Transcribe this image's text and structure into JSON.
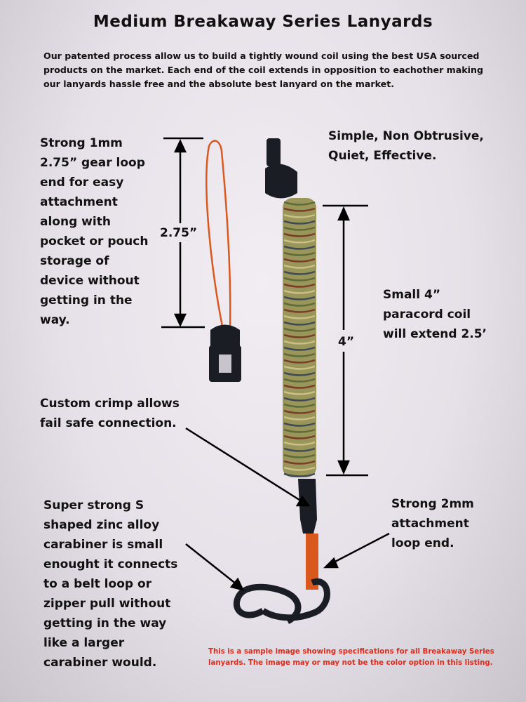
{
  "title": "Medium Breakaway Series Lanyards",
  "intro_lines": [
    "Our patented process allow us to build a tightly wound coil using the best USA sourced",
    "products on the market. Each end of the coil extends in opposition to eachother making",
    "our lanyards hassle free and the absolute best lanyard on the market."
  ],
  "gear_loop_lines": [
    "Strong 1mm",
    "2.75” gear loop",
    "end for easy",
    "attachment",
    "along with",
    "pocket or pouch",
    "storage of",
    "device without",
    "getting in the",
    "way."
  ],
  "gear_loop_dimension": "2.75”",
  "simple_lines": [
    "Simple, Non Obtrusive,",
    "Quiet, Effective."
  ],
  "coil_lines": [
    "Small 4”",
    "paracord coil",
    "will extend 2.5’"
  ],
  "coil_dimension": "4”",
  "crimp_lines": [
    "Custom crimp allows",
    "fail safe connection."
  ],
  "carabiner_lines": [
    "Super strong S",
    "shaped zinc alloy",
    "carabiner is small",
    "enought it connects",
    "to a belt loop or",
    "zipper pull without",
    "getting in the way",
    "like a larger",
    "carabiner would."
  ],
  "attachment_lines": [
    "Strong 2mm",
    "attachment",
    "loop end."
  ],
  "note_lines": [
    "This is a sample image showing specifications for all Breakaway Series",
    "lanyards. The image may or may not be the color option in this listing."
  ],
  "colors": {
    "note": "#e02a1a",
    "cord": "#d9581e",
    "coil": "#9a9558",
    "plastic": "#1a1d24"
  }
}
